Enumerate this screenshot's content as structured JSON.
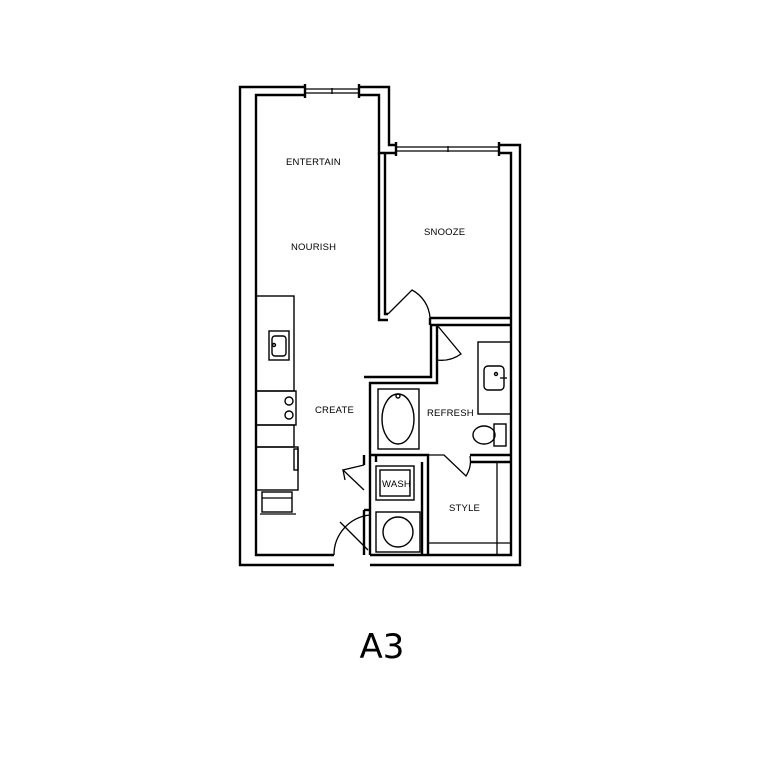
{
  "plan": {
    "title": "A3",
    "rooms": {
      "entertain": "ENTERTAIN",
      "nourish": "NOURISH",
      "snooze": "SNOOZE",
      "create": "CREATE",
      "refresh": "REFRESH",
      "wash": "WASH",
      "style": "STYLE"
    }
  }
}
